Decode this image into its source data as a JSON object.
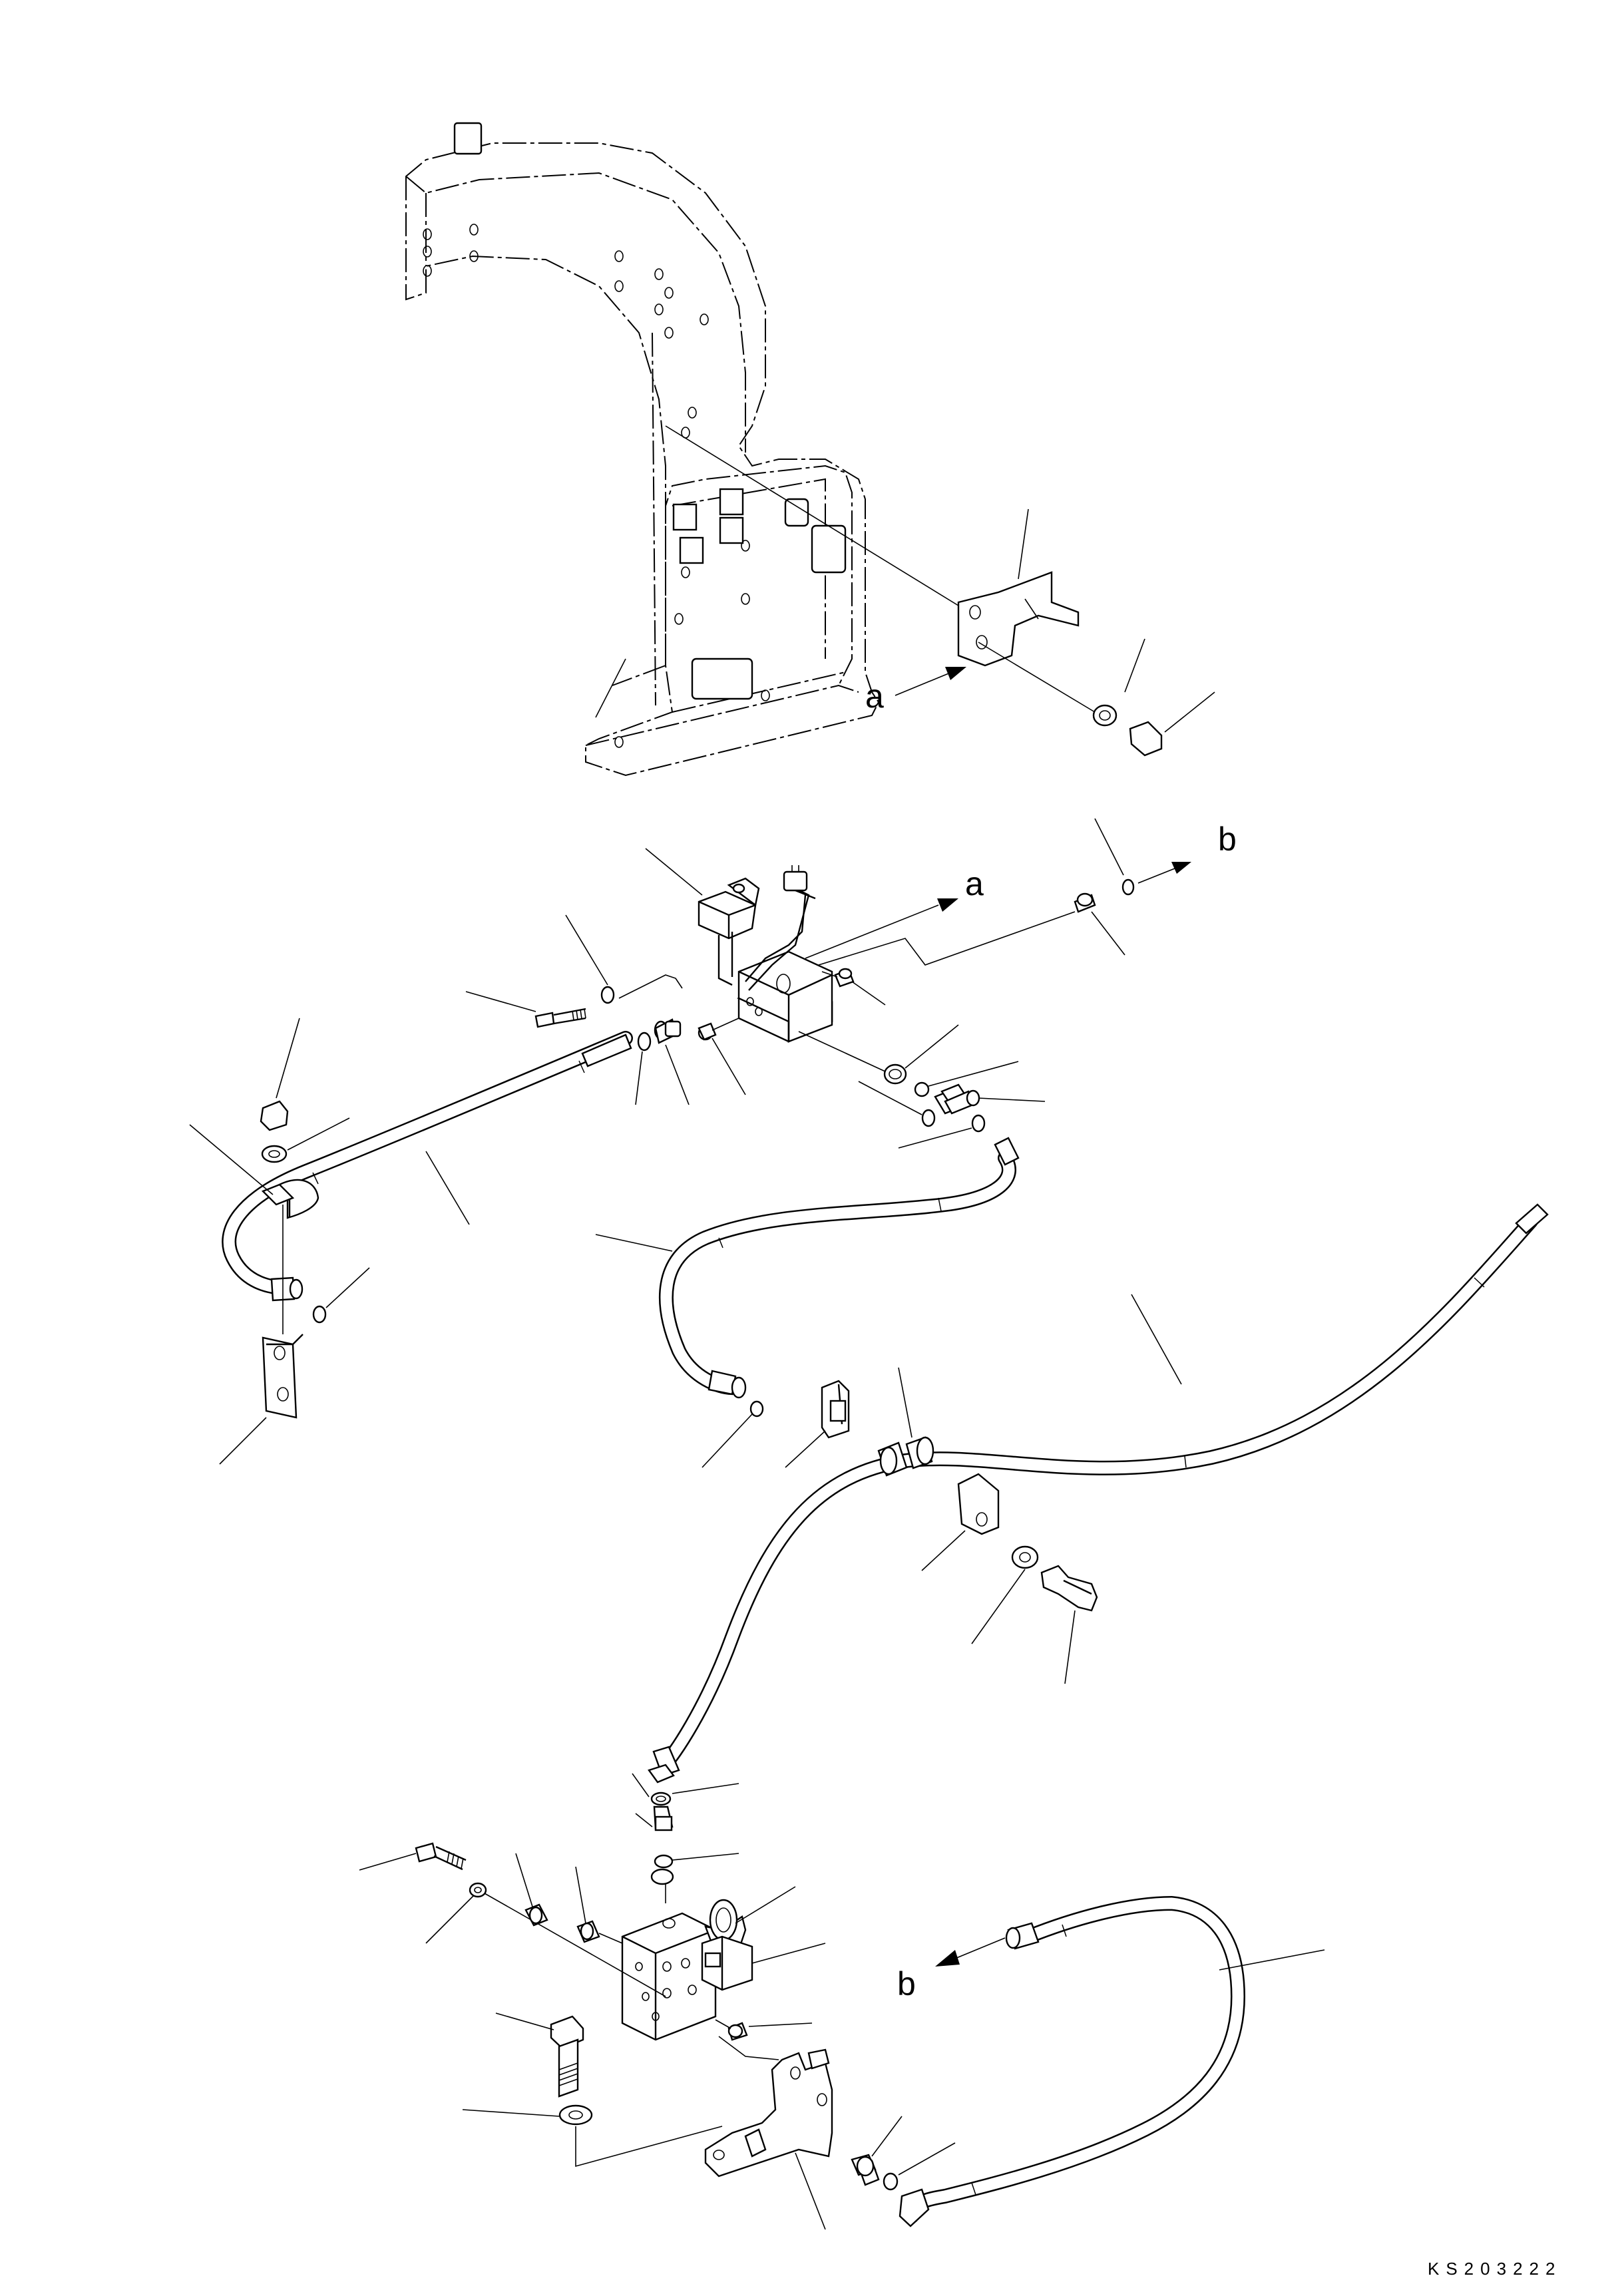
{
  "labels": {
    "a_top": "a",
    "a_mid": "a",
    "b_top": "b",
    "b_bottom": "b"
  },
  "drawing_code": "KS203222"
}
